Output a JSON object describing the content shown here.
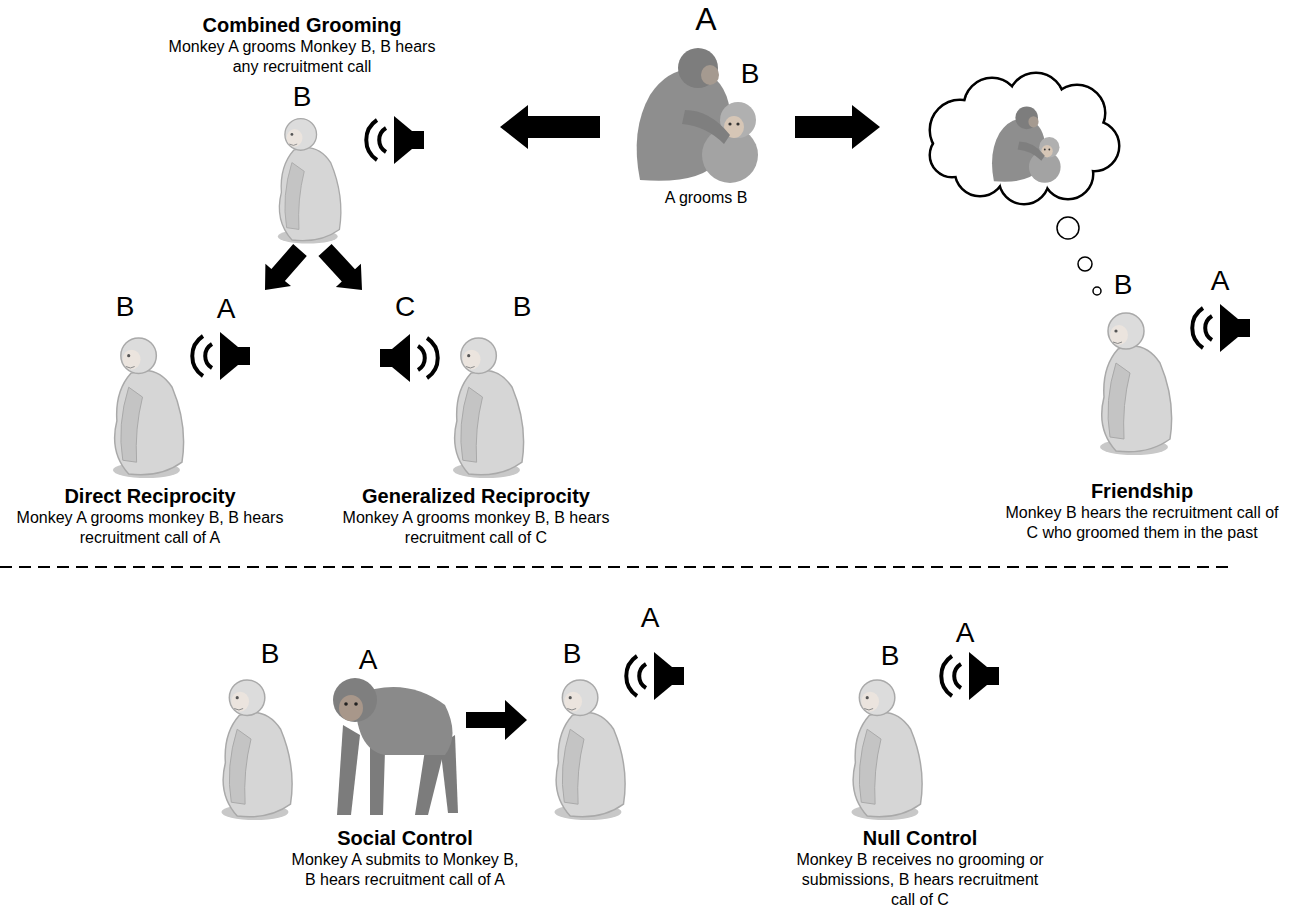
{
  "diagram": {
    "nodes": [
      {
        "text": [
          "A grooms B"
        ]
      },
      {
        "text": [
          "Combined Grooming",
          "Monkey A grooms Monkey B, B hears any recruitment call"
        ]
      },
      {
        "text": [
          "Direct Reciprocity",
          "Monkey A grooms monkey B, B hears recruitment call of A"
        ]
      },
      {
        "text": [
          "Generalized Reciprocity",
          "Monkey A grooms monkey B, B hears recruitment call of C"
        ]
      },
      {
        "text": [
          "Friendship",
          "Monkey B hears the recruitment call of C who groomed them in the past"
        ]
      },
      {
        "text": [
          "Social Control",
          "Monkey A submits to Monkey B, B hears recruitment call of A"
        ]
      },
      {
        "text": [
          "Null Control",
          "Monkey B receives no grooming or submissions, B hears recruitment call of C"
        ]
      }
    ],
    "edges": [
      {
        "from": 0,
        "to": 1,
        "arrow": "to"
      },
      {
        "from": 0,
        "to": 4,
        "arrow": "to"
      },
      {
        "from": 1,
        "to": 2,
        "arrow": "to"
      },
      {
        "from": 1,
        "to": 3,
        "arrow": "to"
      }
    ],
    "labels": [
      "A",
      "B",
      "B",
      "B",
      "A",
      "C",
      "B",
      "B",
      "A",
      "B",
      "A",
      "B",
      "A",
      "B",
      "A"
    ]
  }
}
